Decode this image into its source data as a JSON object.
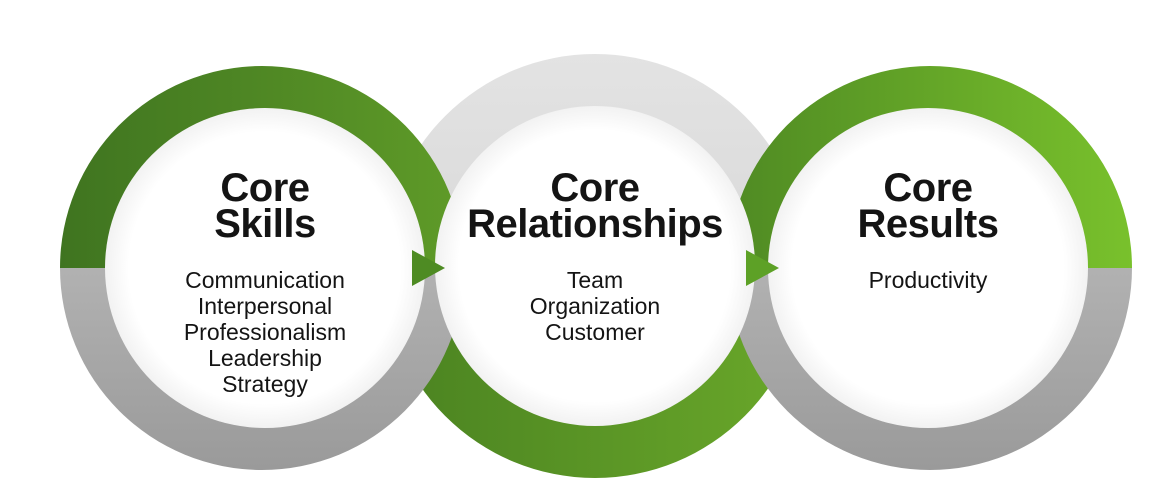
{
  "circles": [
    {
      "title_line1": "Core",
      "title_line2": "Skills",
      "items": [
        "Communication",
        "Interpersonal",
        "Professionalism",
        "Leadership",
        "Strategy"
      ]
    },
    {
      "title_line1": "Core",
      "title_line2": "Relationships",
      "items": [
        "Team",
        "Organization",
        "Customer"
      ]
    },
    {
      "title_line1": "Core",
      "title_line2": "Results",
      "items": [
        "Productivity"
      ]
    }
  ],
  "colors": {
    "green_dark": "#4a7f22",
    "green_mid": "#5d9a27",
    "green_light": "#76bc2b",
    "gray_light": "#dcdcdc",
    "gray_mid": "#b9b9b9",
    "gray_dark": "#8f8f8f",
    "text": "#141414"
  }
}
